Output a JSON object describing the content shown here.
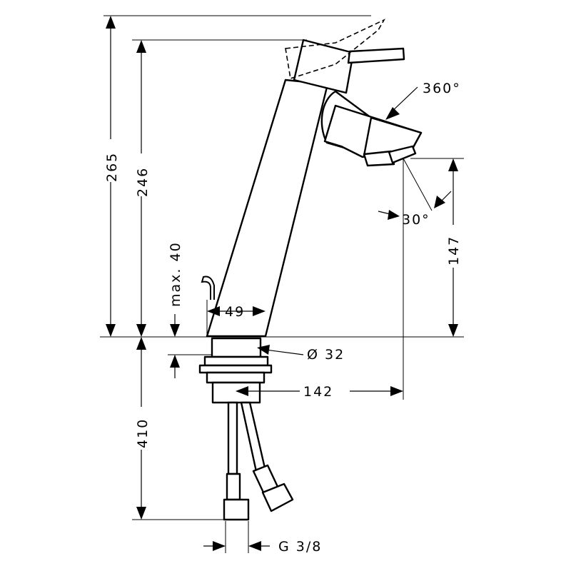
{
  "dimensions": {
    "total_height": "265",
    "spout_height": "246",
    "deck_thickness": "max. 40",
    "body_width": "49",
    "tap_hole": "Ø 32",
    "projection": "142",
    "outlet_height": "147",
    "hose_length": "410",
    "connection": "G 3/8",
    "swivel": "360°",
    "outlet_angle": "30°"
  }
}
